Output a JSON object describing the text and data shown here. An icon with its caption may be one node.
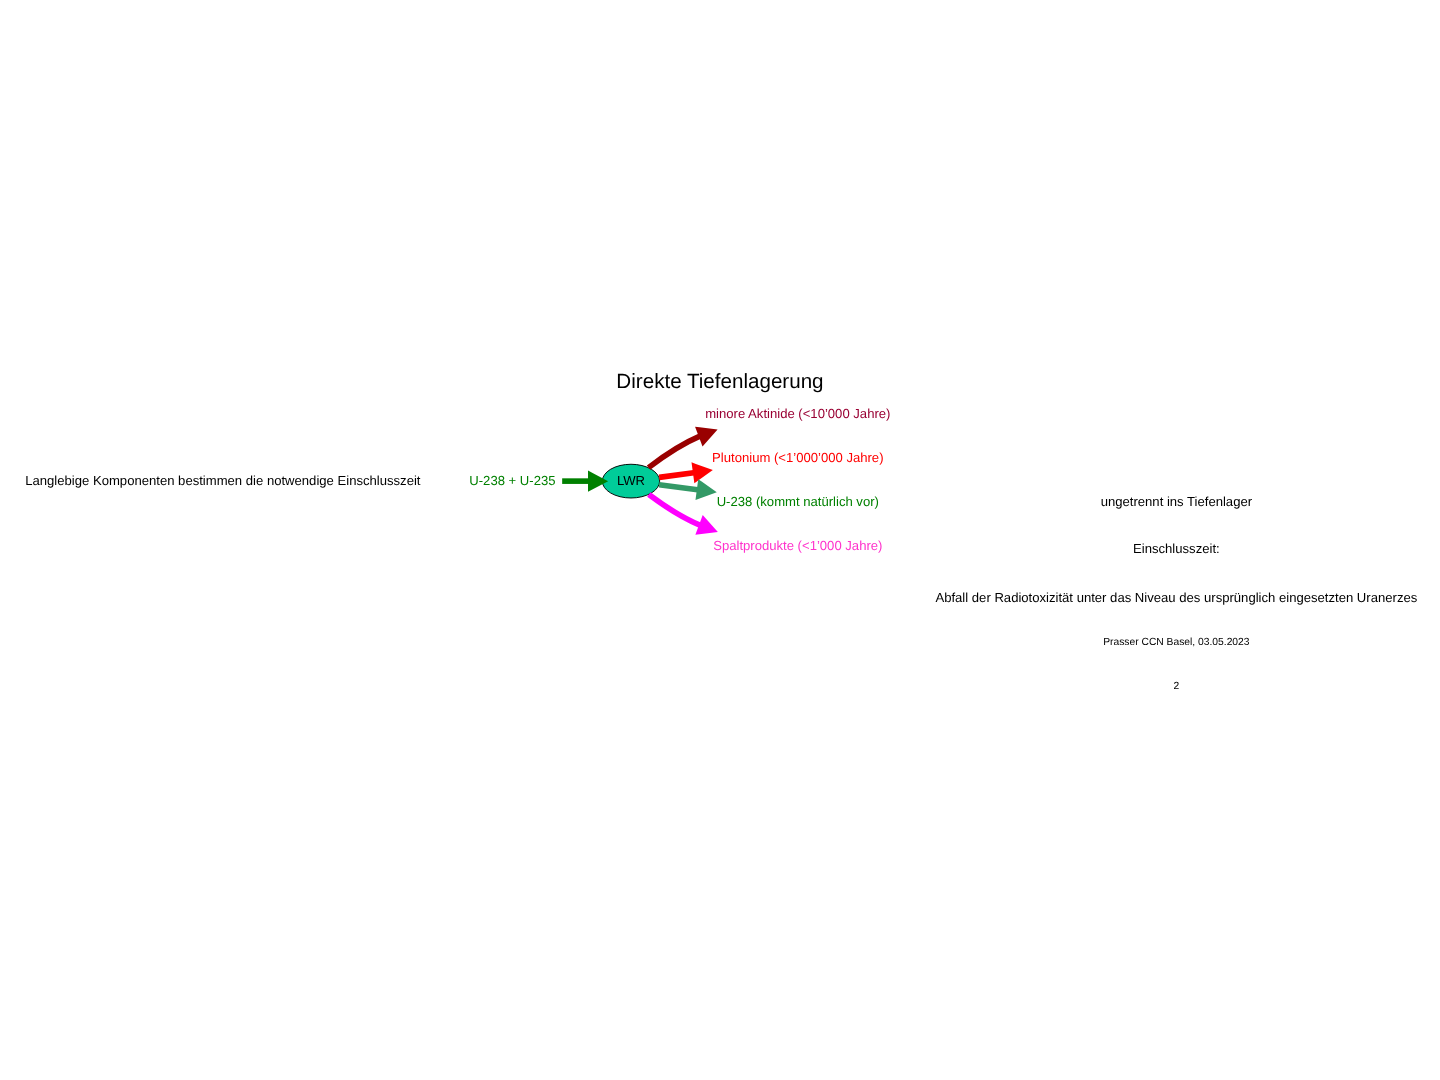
{
  "diagram": {
    "title": "Direkte Tiefenlagerung",
    "nodes": [
      {
        "text": [
          "U-238 + U-235"
        ]
      },
      {
        "text": [
          "LWR"
        ]
      },
      {
        "text": [
          "minore Aktinide (<10’000 Jahre)"
        ]
      },
      {
        "text": [
          "Plutonium (<1’000’000 Jahre)"
        ]
      },
      {
        "text": [
          "U-238 (kommt natürlich vor)"
        ]
      },
      {
        "text": [
          "Spaltprodukte (<1’000 Jahre)"
        ]
      }
    ],
    "edges": [
      {
        "from": 0,
        "to": 1,
        "arrow": "to",
        "color": "#008000"
      },
      {
        "from": 1,
        "to": 2,
        "arrow": "to",
        "color": "#990000"
      },
      {
        "from": 1,
        "to": 3,
        "arrow": "to",
        "color": "#ff0000"
      },
      {
        "from": 1,
        "to": 4,
        "arrow": "to",
        "color": "#339966"
      },
      {
        "from": 1,
        "to": 5,
        "arrow": "to",
        "color": "#ff00ff"
      }
    ],
    "labels": [
      "Langlebige Komponenten bestimmen die notwendige Einschlusszeit",
      "ungetrennt ins Tiefenlager",
      "Einschlusszeit:",
      "Abfall der Radiotoxizität unter das Niveau des ursprünglich eingesetzten Uranerzes",
      "Prasser CCN Basel, 03.05.2023",
      "2"
    ]
  }
}
